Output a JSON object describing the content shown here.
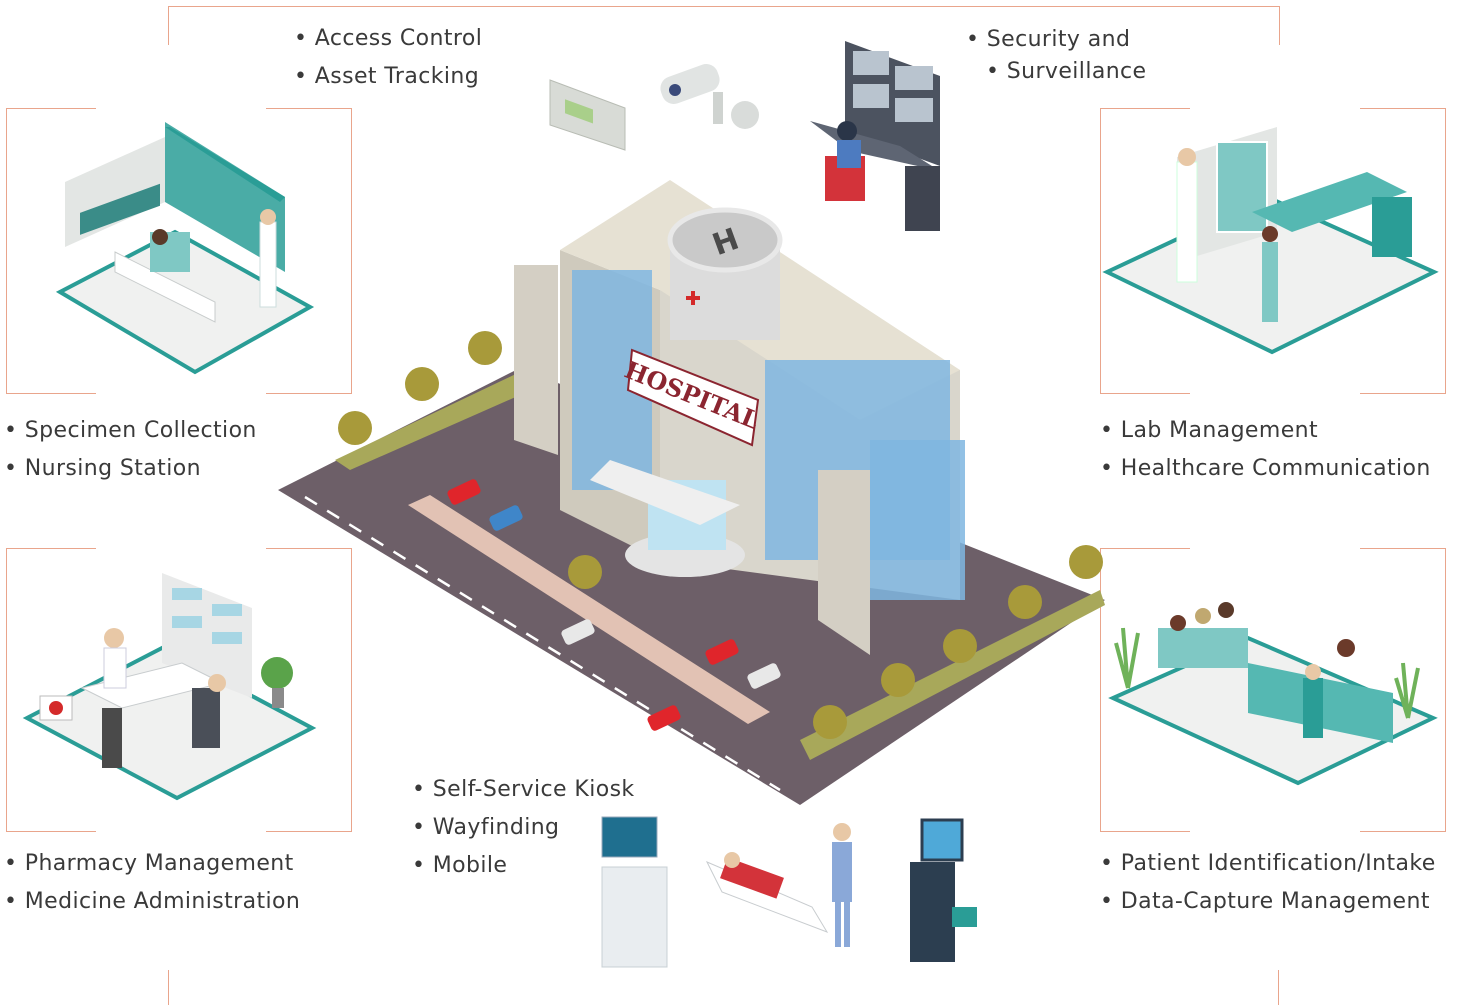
{
  "groups": {
    "top_center": [
      "Access Control",
      "Asset Tracking"
    ],
    "top_right": [
      "Security and",
      "Surveillance"
    ],
    "left_upper": [
      "Specimen Collection",
      "Nursing Station"
    ],
    "right_upper": [
      "Lab Management",
      "Healthcare Communication"
    ],
    "left_lower": [
      "Pharmacy Management",
      "Medicine Administration"
    ],
    "right_lower": [
      "Patient Identification/Intake",
      "Data-Capture Management"
    ],
    "bottom_center": [
      "Self-Service Kiosk",
      "Wayfinding",
      "Mobile"
    ]
  },
  "building_sign": "HOSPITAL",
  "helipad_letter": "H",
  "colors": {
    "frame": "#e9a58c",
    "teal": "#2a9d96",
    "road": "#6d5f68",
    "grass": "#a8a85a",
    "building": "#d9d6cc",
    "window": "#7fb6e0",
    "sign": "#8b2530",
    "car_red": "#e0252b"
  }
}
